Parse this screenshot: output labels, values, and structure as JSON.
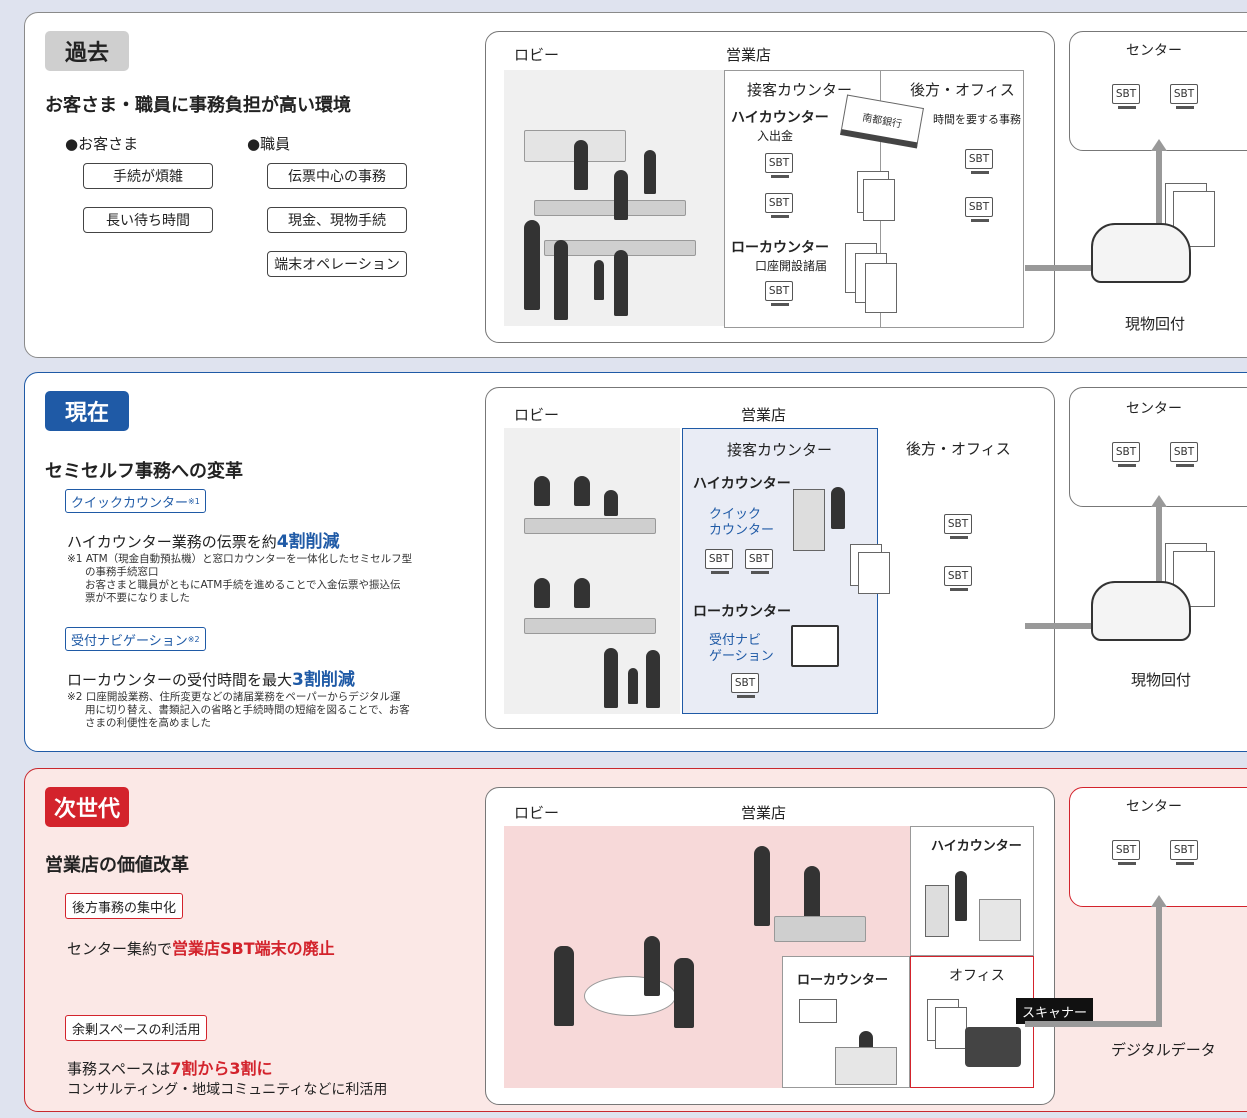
{
  "past": {
    "tag": "過去",
    "heading": "お客さま・職員に事務負担が高い環境",
    "customer_title": "●お客さま",
    "staff_title": "●職員",
    "customer_items": [
      "手続が煩雑",
      "長い待ち時間"
    ],
    "staff_items": [
      "伝票中心の事務",
      "現金、現物手続",
      "端末オペレーション"
    ],
    "lobby": "ロビー",
    "branch": "営業店",
    "counter": "接客カウンター",
    "office": "後方・オフィス",
    "high_counter": "ハイカウンター",
    "deposit": "入出金",
    "low_counter": "ローカウンター",
    "account_forms": "口座開設諸届",
    "time_task": "時間を要する事務",
    "bank_sign": "南都銀行",
    "center": "センター",
    "sbt": "SBT",
    "transport": "現物回付"
  },
  "present": {
    "tag": "現在",
    "heading": "セミセルフ事務への変革",
    "quick_counter": "クイックカウンター",
    "note1_mark": "※1",
    "result1_prefix": "ハイカウンター業務の伝票を約",
    "result1_highlight": "4割削減",
    "note1_line1": "※1  ATM（現金自動預払機）と窓口カウンターを一体化したセミセルフ型",
    "note1_line2": "の事務手続窓口",
    "note1_line3": "お客さまと職員がともにATM手続を進めることで入金伝票や振込伝",
    "note1_line4": "票が不要になりました",
    "navigation": "受付ナビゲーション",
    "note2_mark": "※2",
    "result2_prefix": "ローカウンターの受付時間を最大",
    "result2_highlight": "3割削減",
    "note2_line1": "※2  口座開設業務、住所変更などの諸届業務をペーパーからデジタル運",
    "note2_line2": "用に切り替え、書類記入の省略と手続時間の短縮を図ることで、お客",
    "note2_line3": "さまの利便性を高めました",
    "lobby": "ロビー",
    "branch": "営業店",
    "counter": "接客カウンター",
    "office": "後方・オフィス",
    "high_counter": "ハイカウンター",
    "quick_label1": "クイック",
    "quick_label2": "カウンター",
    "low_counter": "ローカウンター",
    "nav_label1": "受付ナビ",
    "nav_label2": "ゲーション",
    "center": "センター",
    "sbt": "SBT",
    "transport": "現物回付"
  },
  "next": {
    "tag": "次世代",
    "heading": "営業店の価値改革",
    "item1": "後方事務の集中化",
    "result1_prefix": "センター集約で",
    "result1_highlight": "営業店SBT端末の廃止",
    "item2": "余剰スペースの利活用",
    "result2_prefix": "事務スペースは",
    "result2_highlight": "7割から3割に",
    "result2_line2": "コンサルティング・地域コミュニティなどに利活用",
    "lobby": "ロビー",
    "branch": "営業店",
    "high_counter": "ハイカウンター",
    "low_counter": "ローカウンター",
    "office": "オフィス",
    "scanner": "スキャナー",
    "center": "センター",
    "sbt": "SBT",
    "digital": "デジタルデータ"
  },
  "colors": {
    "past": "#cfcfcf",
    "present": "#1f5aa6",
    "next": "#d3232c"
  }
}
